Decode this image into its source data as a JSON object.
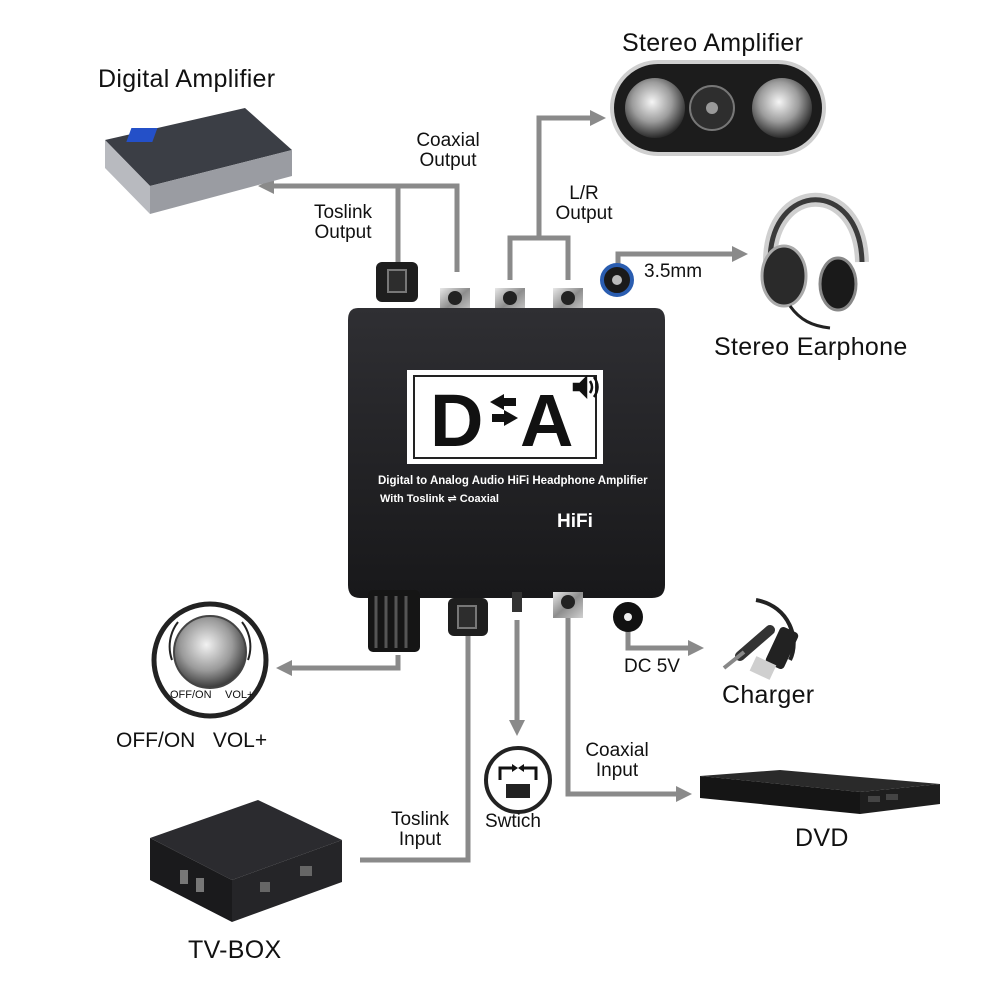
{
  "devices": {
    "digital_amplifier": "Digital Amplifier",
    "stereo_amplifier": "Stereo Amplifier",
    "stereo_earphone": "Stereo Earphone",
    "charger": "Charger",
    "dvd": "DVD",
    "tv_box": "TV-BOX"
  },
  "ports": {
    "coaxial_output": [
      "Coaxial",
      "Output"
    ],
    "toslink_output": [
      "Toslink",
      "Output"
    ],
    "lr_output": [
      "L/R",
      "Output"
    ],
    "jack_35": "3.5mm",
    "dc_5v": "DC 5V",
    "coaxial_input": [
      "Coaxial",
      "Input"
    ],
    "toslink_input": [
      "Toslink",
      "Input"
    ],
    "switch": "Swtich",
    "off_on_vol": "OFF/ON   VOL+"
  },
  "unit": {
    "logo_left": "D",
    "logo_right": "A",
    "description": "Digital to Analog Audio HiFi Headphone Amplifier",
    "subtitle": "With Toslink ⇌ Coaxial",
    "hifi": "HiFi"
  },
  "knob": {
    "left": "OFF/ON",
    "right": "VOL+"
  },
  "colors": {
    "connector_line": "#8a8a8a",
    "device_body": "#2b2b2e",
    "label_text": "#111111"
  }
}
